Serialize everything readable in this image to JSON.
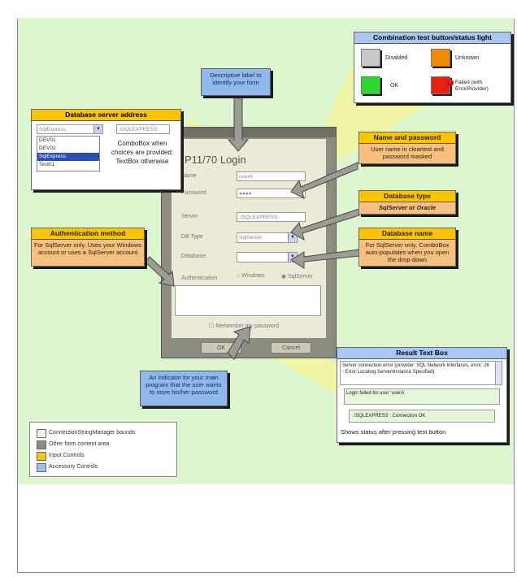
{
  "login_form": {
    "title": "P11/70 Login",
    "name_label": "Name",
    "name_value": "userA",
    "password_label": "Password",
    "password_value": "●●●●",
    "server_label": "Server",
    "server_value": ".\\SQLEXPRESS",
    "dbtype_label": "DB Type",
    "dbtype_value": "SqlServer",
    "database_label": "Database",
    "authentication_label": "Authentication",
    "auth_windows": "Windows",
    "auth_sqlserver": "SqlServer",
    "remember_label": "Remember my password",
    "ok_label": "OK",
    "cancel_label": "Cancel"
  },
  "callouts": {
    "descriptive_label": "Descriptive label to identify your form",
    "db_server_address": {
      "title": "Database server address",
      "combo_value": "SqlExpress",
      "textbox_value": ".\\SQLEXPRESS",
      "list_items": [
        "DEV01",
        "DEV02",
        "SqlExpress",
        "Test01"
      ],
      "selected_index": 2,
      "description": "ComboBox when choices are provided; TextBox otherwise"
    },
    "name_password": {
      "title": "Name and password",
      "body": "User name in cleartext and password masked"
    },
    "database_type": {
      "title": "Database type",
      "body": "SqlServer or Oracle"
    },
    "database_name": {
      "title": "Database name",
      "body": "For SqlServer only. ComboBox auto-populates when you open the drop-down"
    },
    "authentication_method": {
      "title": "Authentication method",
      "body": "For SqlServer only. Uses your Windows account or uses a SqlServer account"
    },
    "indicator": "An indicator for your main program that the user wants to store his/her password",
    "status_light": {
      "title": "Combination test button/status light",
      "disabled": "Disabled",
      "unknown": "Unknown",
      "ok": "OK",
      "failed": "Failed (with ErrorProvider)"
    },
    "result_text_box": {
      "title": "Result Text Box",
      "line1": "Server connection error (provider: SQL Network Interfaces, error: 26 - Error Locating Server/Instance Specified)",
      "line2": "Login failed for user 'userA'",
      "line3": ".\\SQLEXPRESS : Connection OK",
      "caption": "Shows status after pressing test button"
    }
  },
  "legend": {
    "items": [
      {
        "label": "ConnectionStringManager bounds",
        "color": "#f3f1e4"
      },
      {
        "label": "Other form content area",
        "color": "#8c8c80"
      },
      {
        "label": "Input Controls",
        "color": "#fbc400"
      },
      {
        "label": "Accessory Controls",
        "color": "#9ebfee"
      }
    ]
  },
  "colors": {
    "background": "#ddf6cf",
    "form_bg": "#ece9d6",
    "orange_header": "#fbc400",
    "orange_body": "#f8c07c",
    "blue_callout": "#8fb8ee",
    "status_disabled": "#c8c8c8",
    "status_unknown": "#f28a00",
    "status_ok": "#2ed82e",
    "status_failed": "#e82010"
  }
}
